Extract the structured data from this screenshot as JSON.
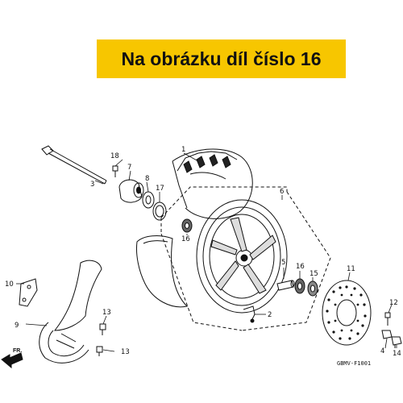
{
  "banner": {
    "text": "Na obrázku díl číslo 16",
    "color": "#f7c600"
  },
  "diagram_code": "GBMV-F1001",
  "front_arrow_label": "FR.",
  "parts": [
    {
      "number": "1"
    },
    {
      "number": "2"
    },
    {
      "number": "3"
    },
    {
      "number": "4"
    },
    {
      "number": "5"
    },
    {
      "number": "6"
    },
    {
      "number": "7"
    },
    {
      "number": "8"
    },
    {
      "number": "9"
    },
    {
      "number": "10"
    },
    {
      "number": "11"
    },
    {
      "number": "12"
    },
    {
      "number": "13"
    },
    {
      "number": "14"
    },
    {
      "number": "15"
    },
    {
      "number": "16"
    },
    {
      "number": "17"
    },
    {
      "number": "18"
    }
  ]
}
